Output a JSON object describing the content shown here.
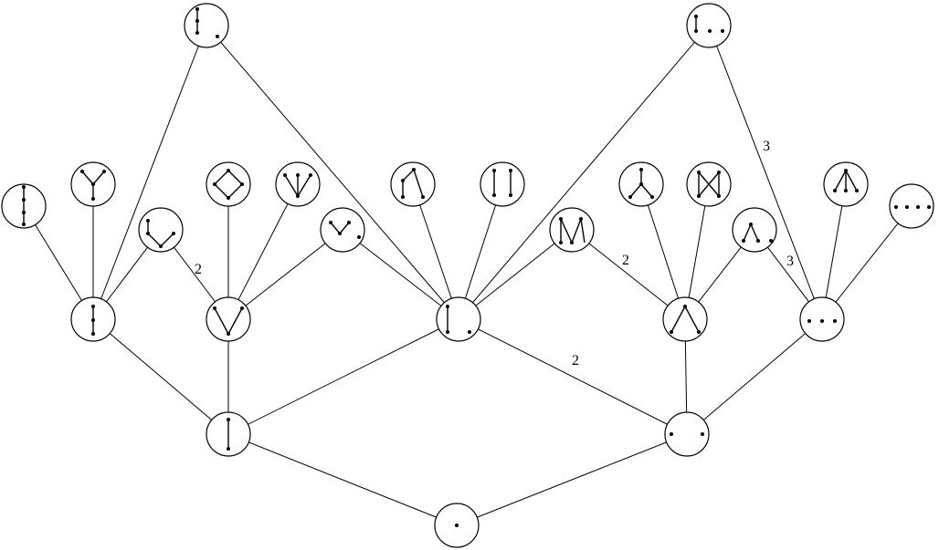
{
  "edge_labels": [
    {
      "id": "label-2-left",
      "text": "2"
    },
    {
      "id": "label-3-upper",
      "text": "3"
    },
    {
      "id": "label-2-right",
      "text": "2"
    },
    {
      "id": "label-3-lower",
      "text": "3"
    },
    {
      "id": "label-2-bottom",
      "text": "2"
    }
  ],
  "colors": {
    "line": "#000000",
    "background": "#ffffff"
  }
}
